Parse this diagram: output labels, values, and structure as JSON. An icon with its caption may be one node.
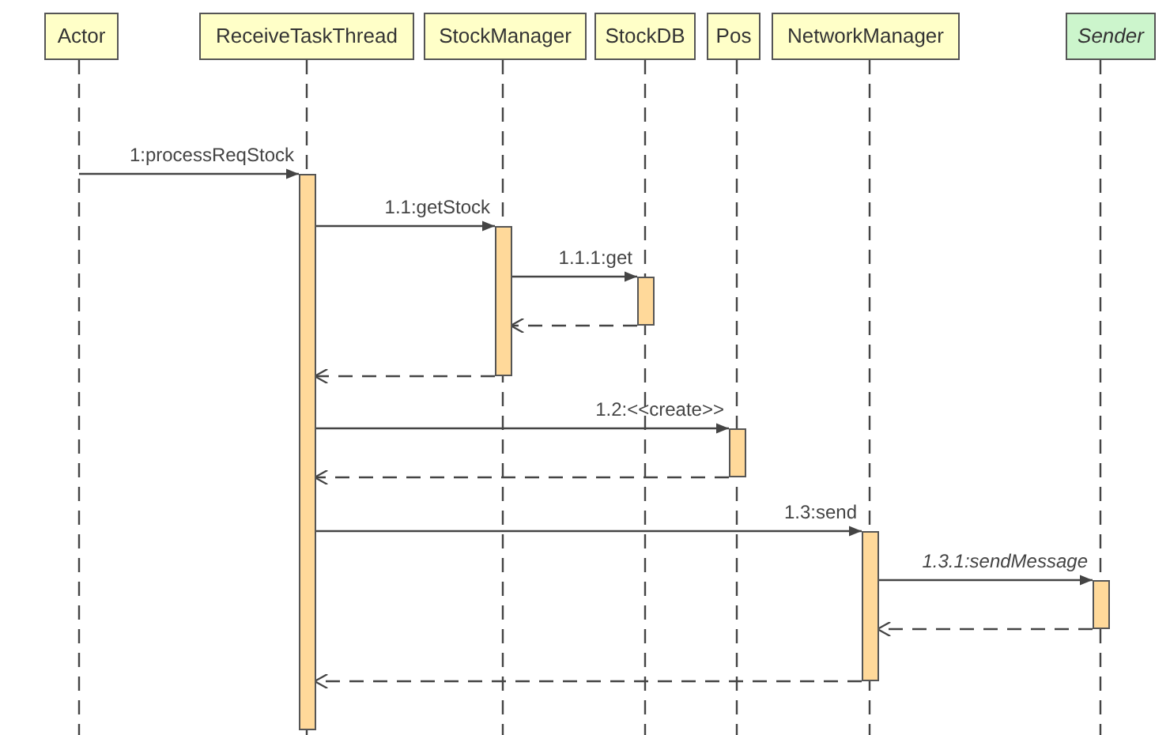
{
  "diagram": {
    "nodes": [
      {
        "text": [
          "Actor"
        ]
      },
      {
        "text": [
          "ReceiveTaskThread"
        ]
      },
      {
        "text": [
          "StockManager"
        ]
      },
      {
        "text": [
          "StockDB"
        ]
      },
      {
        "text": [
          "Pos"
        ]
      },
      {
        "text": [
          "NetworkManager"
        ]
      },
      {
        "text": [
          "Sender"
        ]
      },
      {
        "text": [],
        "shape": "bar",
        "in": 1
      },
      {
        "text": [],
        "shape": "bar",
        "in": 2
      },
      {
        "text": [],
        "shape": "bar",
        "in": 3
      },
      {
        "text": [],
        "shape": "bar",
        "in": 4
      },
      {
        "text": [],
        "shape": "bar",
        "in": 5
      },
      {
        "text": [],
        "shape": "bar",
        "in": 6
      }
    ],
    "edges": [
      {
        "from": 0,
        "to": 7,
        "arrow": "to",
        "label": "1:processReqStock"
      },
      {
        "from": 7,
        "to": 8,
        "arrow": "to",
        "label": "1.1:getStock"
      },
      {
        "from": 8,
        "to": 9,
        "arrow": "to",
        "label": "1.1.1:get"
      },
      {
        "from": 9,
        "to": 8,
        "arrow": "to",
        "style": "dashed"
      },
      {
        "from": 8,
        "to": 7,
        "arrow": "to",
        "style": "dashed"
      },
      {
        "from": 7,
        "to": 10,
        "arrow": "to",
        "label": "1.2:<<create>>"
      },
      {
        "from": 10,
        "to": 7,
        "arrow": "to",
        "style": "dashed"
      },
      {
        "from": 7,
        "to": 11,
        "arrow": "to",
        "label": "1.3:send"
      },
      {
        "from": 11,
        "to": 12,
        "arrow": "to",
        "label": "1.3.1:sendMessage"
      },
      {
        "from": 12,
        "to": 11,
        "arrow": "to",
        "style": "dashed"
      },
      {
        "from": 11,
        "to": 7,
        "arrow": "to",
        "style": "dashed"
      }
    ]
  }
}
